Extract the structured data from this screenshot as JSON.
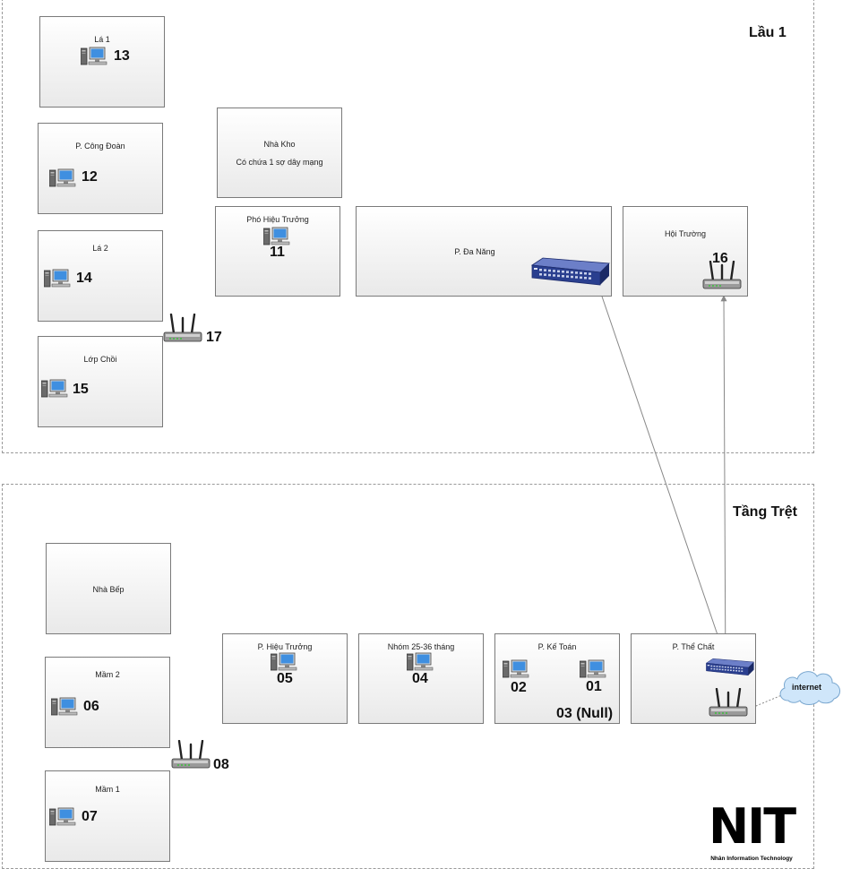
{
  "floors": {
    "upper": {
      "title": "Lầu 1"
    },
    "ground": {
      "title": "Tầng Trệt"
    }
  },
  "rooms": {
    "la1": {
      "name": "Lá 1",
      "pc": "13"
    },
    "cong_doan": {
      "name": "P. Công Đoàn",
      "pc": "12"
    },
    "la2": {
      "name": "Lá 2",
      "pc": "14"
    },
    "lop_choi": {
      "name": "Lớp Chồi",
      "pc": "15"
    },
    "nha_kho": {
      "name": "Nhà Kho",
      "note": "Có chứa 1 sợ dây mạng"
    },
    "pho_hieu_truong": {
      "name": "Phó Hiệu Trưởng",
      "pc": "11"
    },
    "da_nang": {
      "name": "P. Đa Năng"
    },
    "hoi_truong": {
      "name": "Hội Trường",
      "ap": "16"
    },
    "nha_bep": {
      "name": "Nhà Bếp"
    },
    "mam2": {
      "name": "Mầm 2",
      "pc": "06"
    },
    "mam1": {
      "name": "Mầm 1",
      "pc": "07"
    },
    "hieu_truong": {
      "name": "P. Hiệu Trưởng",
      "pc": "05"
    },
    "nhom": {
      "name": "Nhóm 25-36 tháng",
      "pc": "04"
    },
    "ke_toan": {
      "name": "P. Kế Toán",
      "pc_left": "02",
      "pc_right": "01",
      "note": "03 (Null)"
    },
    "the_chat": {
      "name": "P. Thể Chất"
    }
  },
  "access_points": {
    "ap17": "17",
    "ap08": "08"
  },
  "internet": {
    "label": "internet"
  },
  "logo": {
    "text": "NIT",
    "subtitle": "Nhân Information Technology"
  },
  "colors": {
    "switch": "#2a3f8f",
    "room_border": "#7a7a7a",
    "link_line": "#888888",
    "floor_border": "#9a9a9a"
  },
  "icons": {
    "pc": "desktop-computer-icon",
    "switch": "network-switch-icon",
    "router": "wireless-router-icon",
    "cloud": "cloud-icon"
  }
}
